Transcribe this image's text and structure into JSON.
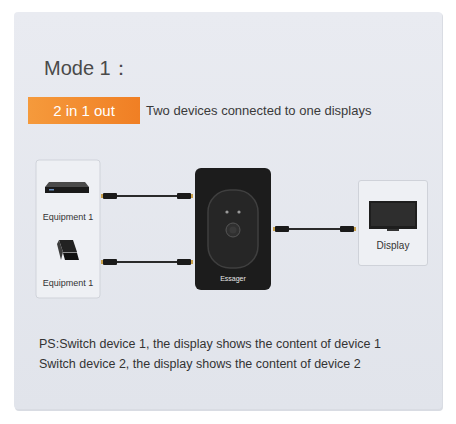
{
  "diagram": {
    "title": "Mode 1：",
    "nodes": [
      {
        "text": [
          "Equipment 1"
        ]
      },
      {
        "text": [
          "Equipment 1"
        ]
      },
      {
        "text": [
          "Essager"
        ]
      },
      {
        "text": [
          "Display"
        ]
      }
    ],
    "edges": [
      {
        "from": 0,
        "to": 2,
        "arrow": "none"
      },
      {
        "from": 1,
        "to": 2,
        "arrow": "none"
      },
      {
        "from": 2,
        "to": 3,
        "arrow": "none"
      }
    ],
    "labels": [
      "2 in 1 out",
      "Two devices connected to one displays",
      "PS:Switch device 1, the display shows the content of device 1",
      "Switch device 2, the display shows the content of device 2"
    ]
  }
}
